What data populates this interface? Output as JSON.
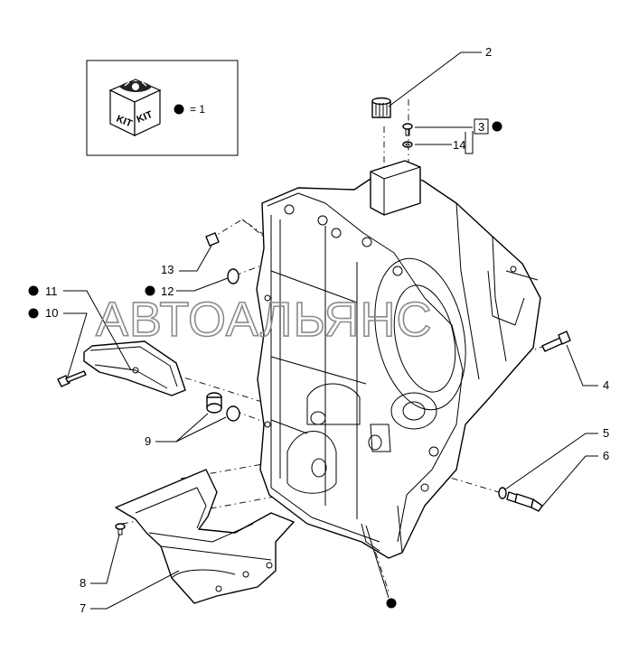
{
  "legend": {
    "kit_text_left": "KIT",
    "kit_text_right": "KIT",
    "equation": "= 1"
  },
  "callouts": {
    "c2": "2",
    "c3": "3",
    "c4": "4",
    "c5": "5",
    "c6": "6",
    "c7": "7",
    "c8": "8",
    "c9": "9",
    "c10": "10",
    "c11": "11",
    "c12": "12",
    "c13": "13",
    "c14": "14"
  },
  "watermark": "АВТОАЛЬЯНС",
  "colors": {
    "line": "#000000",
    "watermark": "#8a8a8a",
    "background": "#ffffff"
  }
}
